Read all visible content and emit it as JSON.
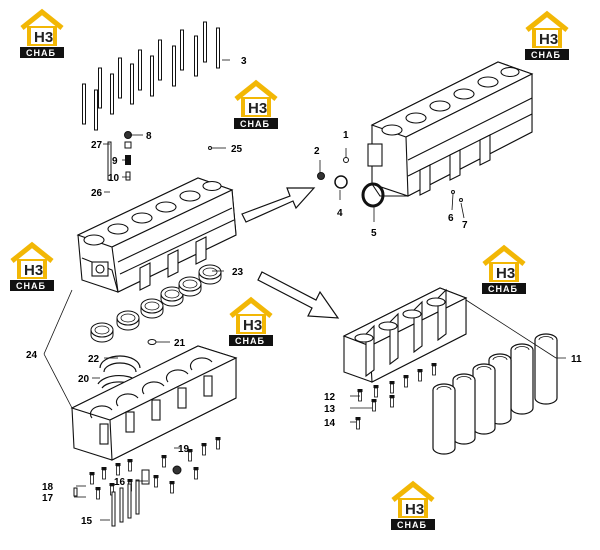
{
  "watermark": {
    "brand": "H3",
    "word": "СНАБ",
    "roof_color": "#f2b705",
    "bar_color": "#111111"
  },
  "callouts": [
    "1",
    "2",
    "3",
    "4",
    "5",
    "6",
    "7",
    "8",
    "9",
    "10",
    "11",
    "12",
    "13",
    "14",
    "15",
    "16",
    "17",
    "18",
    "19",
    "20",
    "21",
    "22",
    "23",
    "24",
    "25",
    "26",
    "27"
  ],
  "colors": {
    "line": "#111111",
    "fill": "#ffffff"
  }
}
